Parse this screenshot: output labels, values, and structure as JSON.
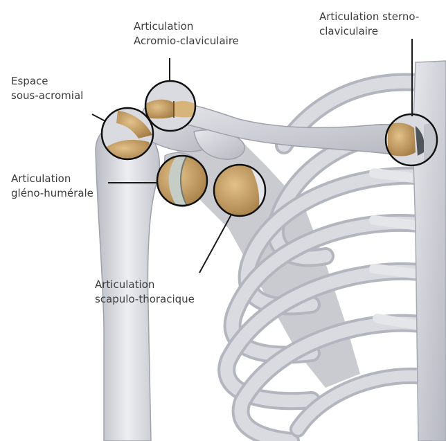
{
  "labels": {
    "acromio": {
      "line1": "Articulation",
      "line2": "Acromio-claviculaire"
    },
    "sterno": {
      "line1": "Articulation sterno-",
      "line2": "claviculaire"
    },
    "subacromial": {
      "line1": "Espace",
      "line2": "sous-acromial"
    },
    "gleno": {
      "line1": "Articulation",
      "line2": "gléno-humérale"
    },
    "scapulo": {
      "line1": "Articulation",
      "line2": "scapulo-thoracique"
    }
  },
  "colors": {
    "bone": "#d6d7dd",
    "bone_shadow": "#a9abb4",
    "joint_fill": "#caa56a",
    "joint_dark": "#8e6a38",
    "cartilage": "#c5cdc6",
    "ring": "#111111",
    "leader": "#1a1a1a",
    "text": "#3c3c3c",
    "background": "#ffffff"
  }
}
